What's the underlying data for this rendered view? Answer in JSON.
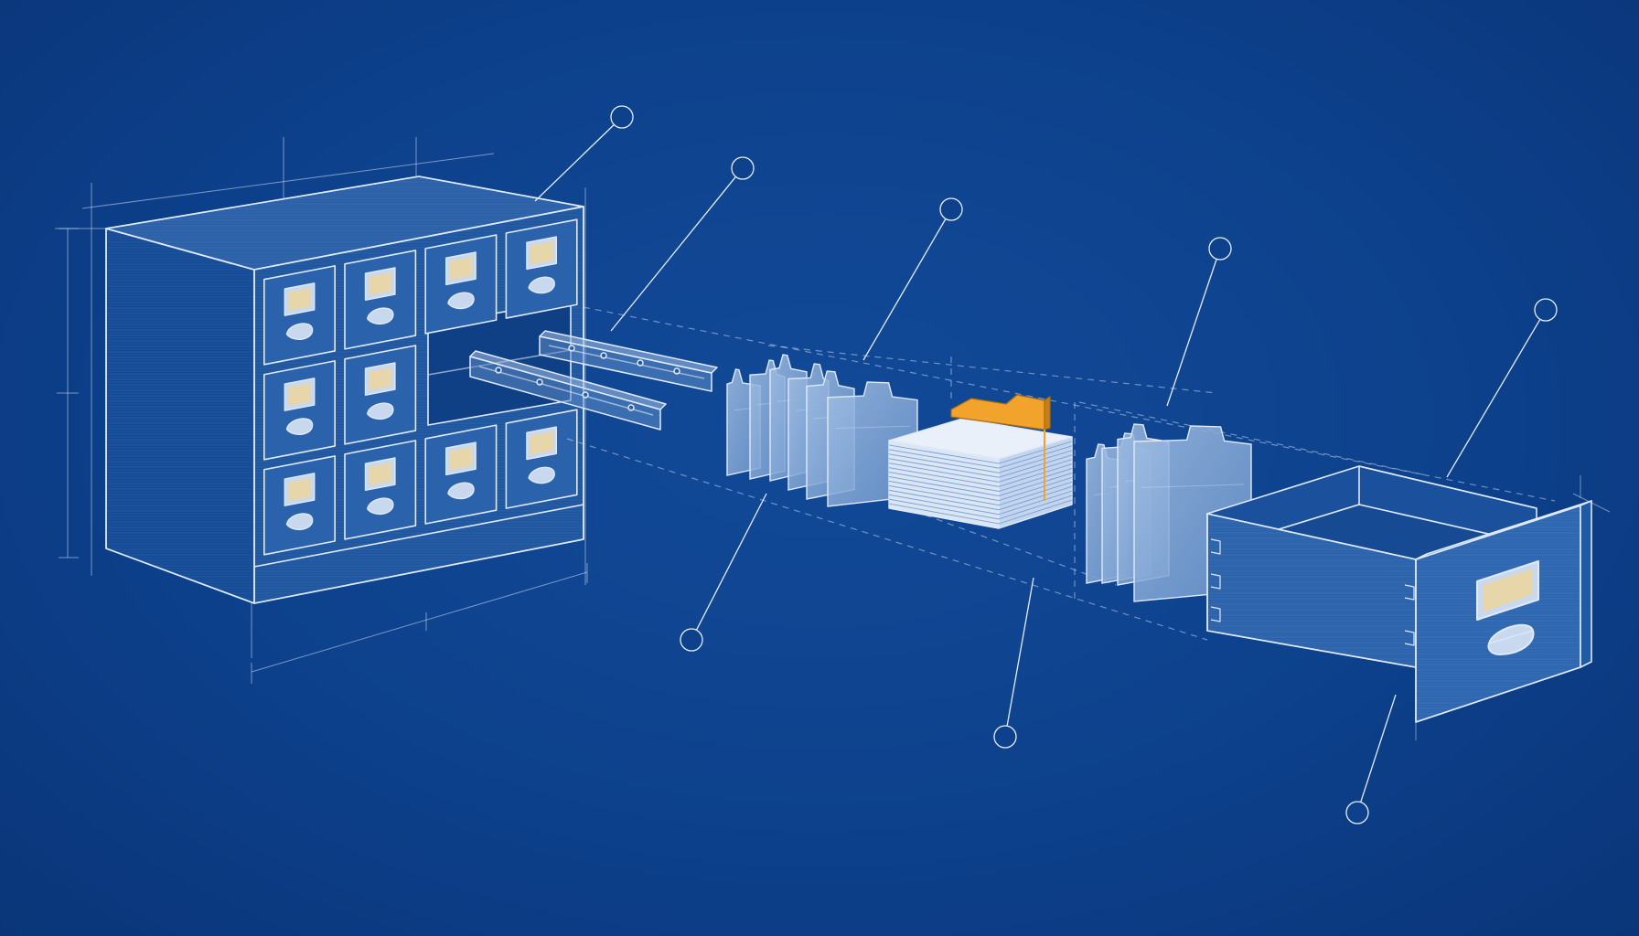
{
  "diagram": {
    "kind": "exploded-view",
    "style": "blueprint",
    "background_color": "#0d418c",
    "line_color": "#dfe9f7",
    "highlight_color": "#f2a32b",
    "label_plate_color": "#e8d6ab",
    "parts": [
      {
        "id": "card-catalog-cabinet",
        "drawers": 12,
        "grid": "3x4",
        "open_slots": 2
      },
      {
        "id": "drawer-slide-rails",
        "count": 2
      },
      {
        "id": "tabbed-divider-cards-front",
        "count": 6
      },
      {
        "id": "index-card-stack",
        "highlighted_tab": true
      },
      {
        "id": "tabbed-divider-cards-rear",
        "count": 4
      },
      {
        "id": "single-drawer",
        "joinery": "dovetail",
        "has_label_holder": true,
        "has_pull_handle": true
      }
    ],
    "callouts": [
      {
        "id": "callout-1",
        "target": "card-catalog-cabinet",
        "label": ""
      },
      {
        "id": "callout-2",
        "target": "drawer-slide-rails",
        "label": ""
      },
      {
        "id": "callout-3",
        "target": "tabbed-divider-cards-front",
        "label": ""
      },
      {
        "id": "callout-4",
        "target": "tabbed-divider-cards-rear",
        "label": ""
      },
      {
        "id": "callout-5",
        "target": "single-drawer",
        "label": ""
      },
      {
        "id": "callout-6",
        "target": "tabbed-divider-cards-front",
        "label": ""
      },
      {
        "id": "callout-7",
        "target": "index-card-stack",
        "label": ""
      },
      {
        "id": "callout-8",
        "target": "single-drawer",
        "label": ""
      }
    ]
  }
}
